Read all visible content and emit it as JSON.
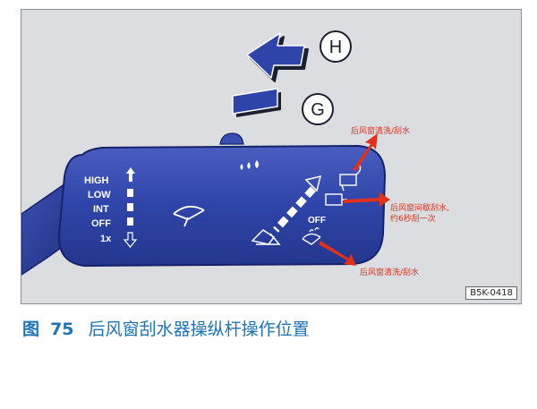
{
  "figure": {
    "positions": [
      {
        "key": "H",
        "label": "H"
      },
      {
        "key": "G",
        "label": "G"
      }
    ],
    "lever_labels": [
      "HIGH",
      "LOW",
      "INT",
      "OFF",
      "1x"
    ],
    "off_label": "OFF",
    "figure_code": "B5K-0418",
    "annotations": [
      {
        "text": "后风窗清洗/刮水"
      },
      {
        "text_line1": "后风窗间歇刮水,",
        "text_line2": "约6秒刮一次"
      },
      {
        "text": "后风窗清洗/刮水"
      }
    ],
    "colors": {
      "lever": "#2f44a8",
      "lever_edge": "#1a2a78",
      "arrow_red": "#e0301e",
      "caption_blue": "#1d73b4"
    }
  },
  "caption": {
    "prefix": "图",
    "number": "75",
    "title": "后风窗刮水器操纵杆操作位置"
  }
}
